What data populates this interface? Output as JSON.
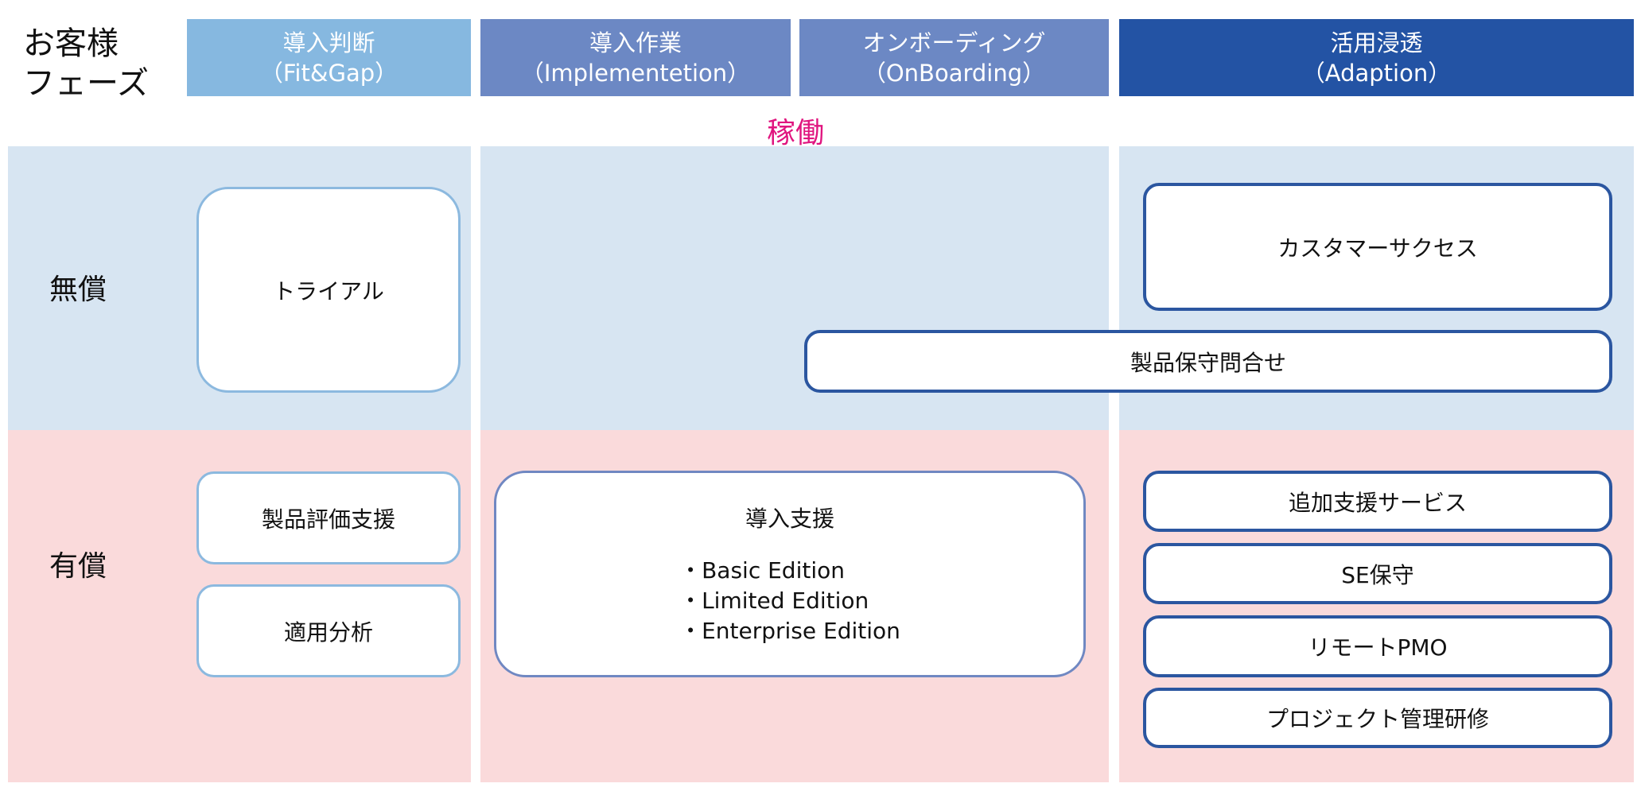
{
  "phase_label": [
    "お客様",
    "フェーズ"
  ],
  "phases": [
    {
      "title": "導入判断",
      "subtitle": "（Fit&Gap）"
    },
    {
      "title": "導入作業",
      "subtitle": "（Implementetion）"
    },
    {
      "title": "オンボーディング",
      "subtitle": "（OnBoarding）"
    },
    {
      "title": "活用浸透",
      "subtitle": "（Adaption）"
    }
  ],
  "milestone": "稼働",
  "rows": {
    "free": "無償",
    "paid": "有償"
  },
  "free_services": {
    "trial": "トライアル",
    "customer_success": "カスタマーサクセス",
    "support": "製品保守問合せ"
  },
  "paid_services": {
    "evaluation": "製品評価支援",
    "analysis": "適用分析",
    "implementation": {
      "title": "導入支援",
      "editions": [
        "・Basic Edition",
        "・Limited Edition",
        "・Enterprise Edition"
      ]
    },
    "adaption": [
      "追加支援サービス",
      "SE保守",
      "リモートPMO",
      "プロジェクト管理研修"
    ]
  },
  "colors": {
    "phase1": "#86B8E0",
    "phase2": "#6C88C4",
    "phase4": "#2353A4",
    "milestone": "#E0157F",
    "free_band": "#D7E5F2",
    "paid_band": "#FADADB"
  }
}
